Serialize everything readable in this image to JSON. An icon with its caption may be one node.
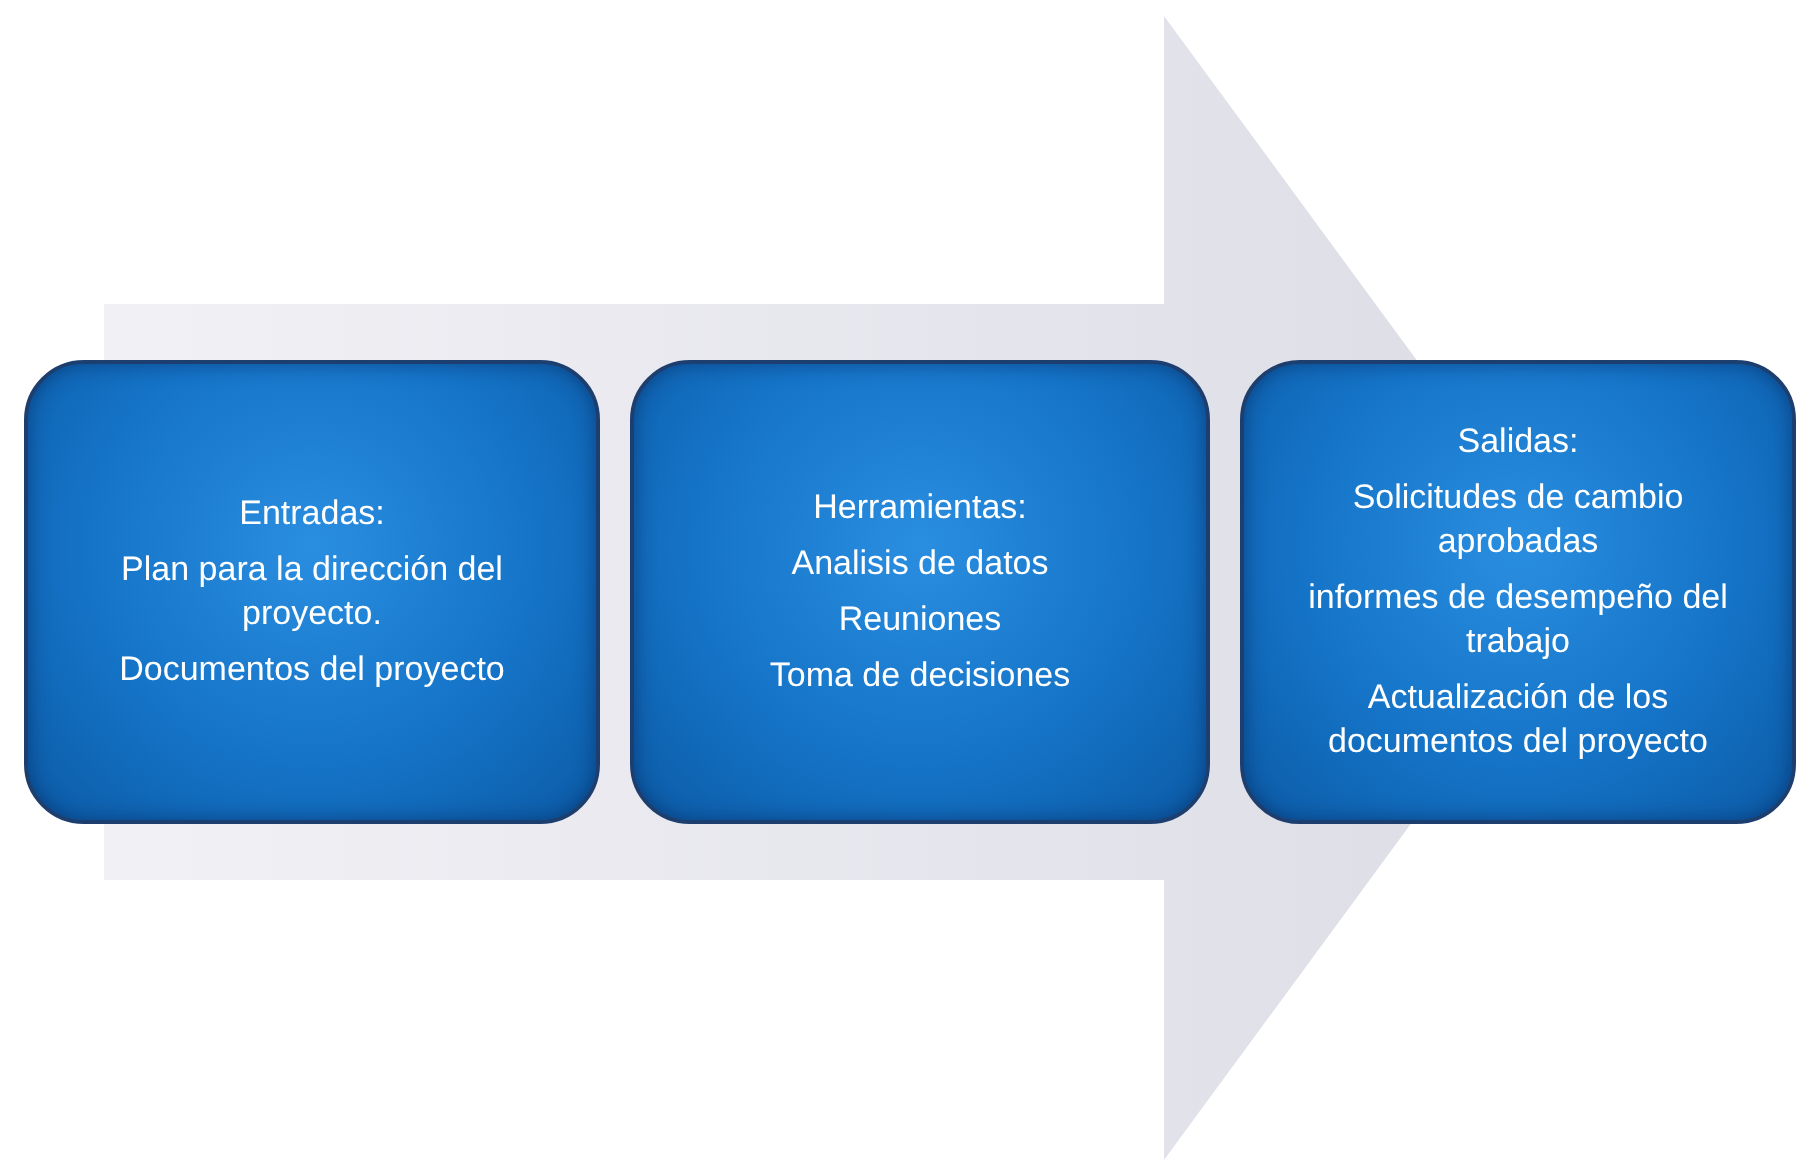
{
  "diagram": {
    "nodes": [
      {
        "text": [
          "Entradas:",
          "Plan para la dirección del proyecto.",
          "Documentos del proyecto"
        ]
      },
      {
        "text": [
          "Herramientas:",
          "Analisis de datos",
          "Reuniones",
          "Toma de decisiones"
        ]
      },
      {
        "text": [
          "Salidas:",
          "Solicitudes de cambio aprobadas",
          "informes de desempeño del trabajo",
          "Actualización de los documentos del proyecto"
        ]
      }
    ],
    "edges": [
      {
        "from": 0,
        "to": 2,
        "arrow": "to"
      }
    ]
  }
}
